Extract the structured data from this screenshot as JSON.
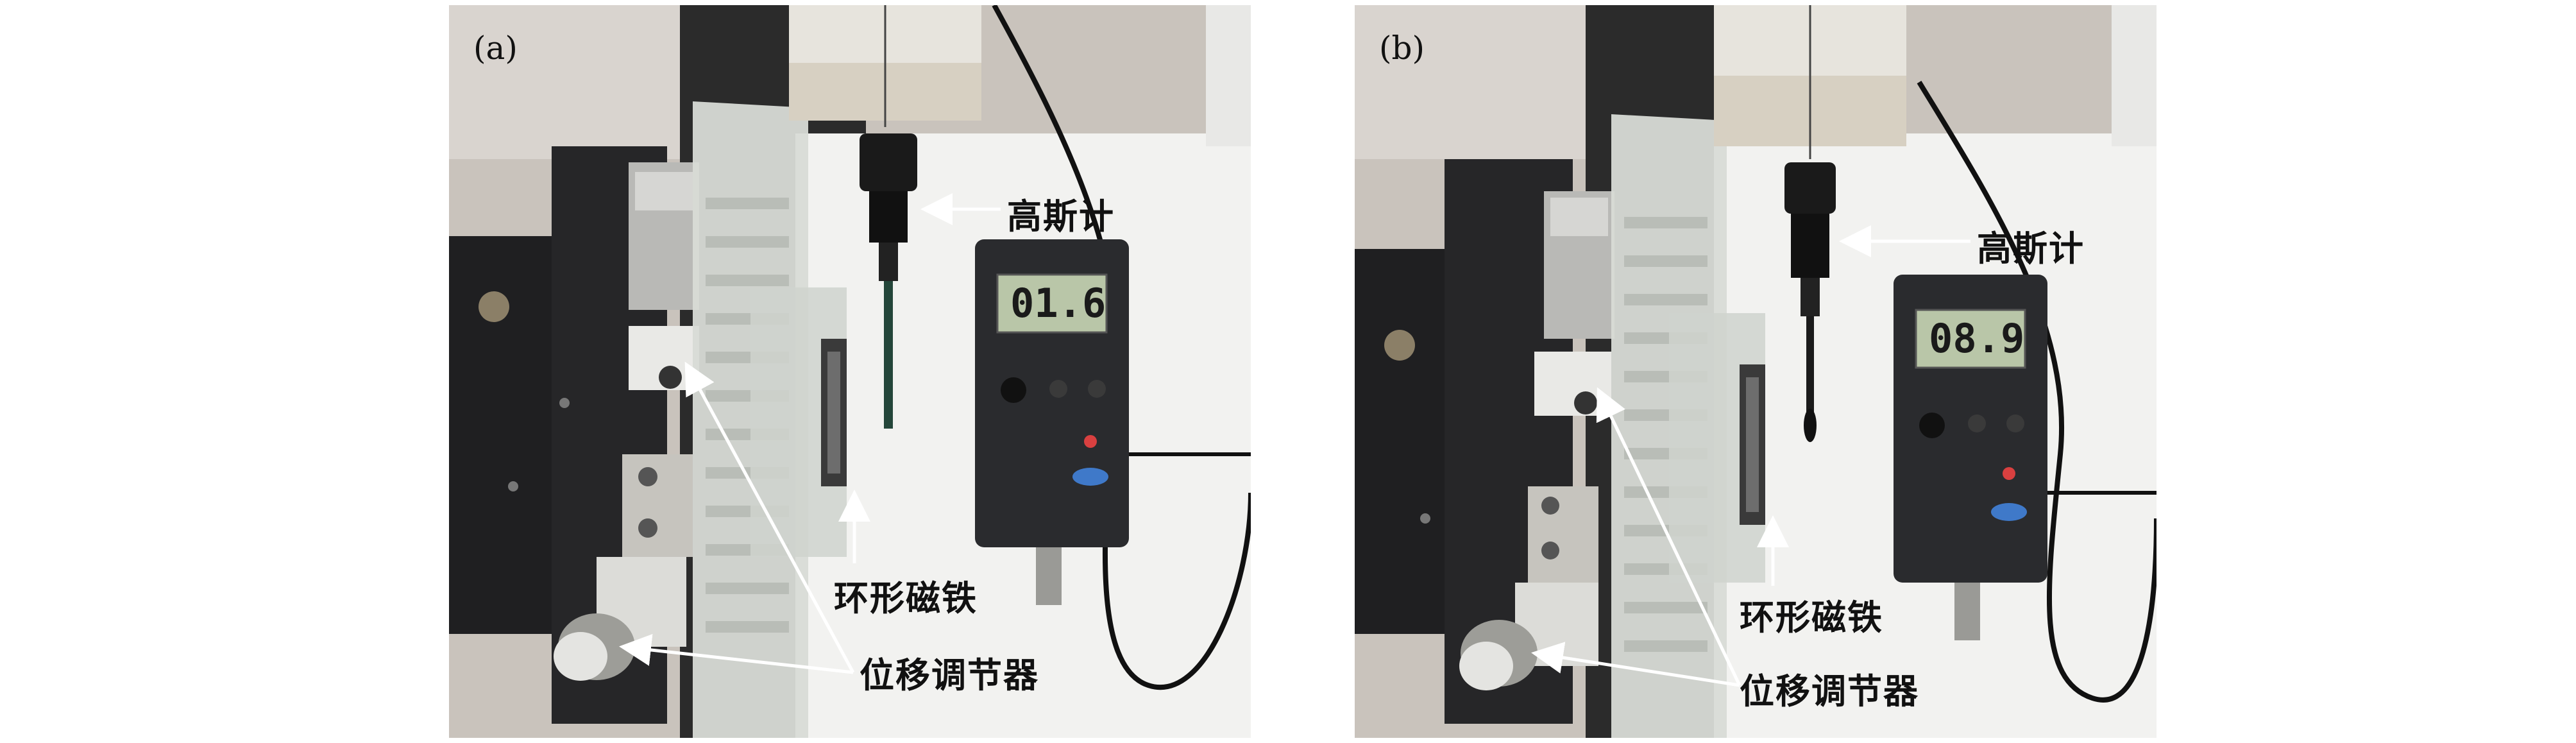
{
  "panels": [
    {
      "id": "a",
      "tag": "(a)",
      "meter_reading": "01.6",
      "labels": {
        "gaussmeter": "高斯计",
        "ring_magnet": "环形磁铁",
        "displacement_adjuster": "位移调节器"
      }
    },
    {
      "id": "b",
      "tag": "(b)",
      "meter_reading": "08.9",
      "labels": {
        "gaussmeter": "高斯计",
        "ring_magnet": "环形磁铁",
        "displacement_adjuster": "位移调节器"
      }
    }
  ],
  "colors": {
    "background_paper": "#f2f2f0",
    "device_body": "#2a2b2e",
    "acrylic": "#dfe1dd",
    "lcd": "#b9c6a8"
  }
}
